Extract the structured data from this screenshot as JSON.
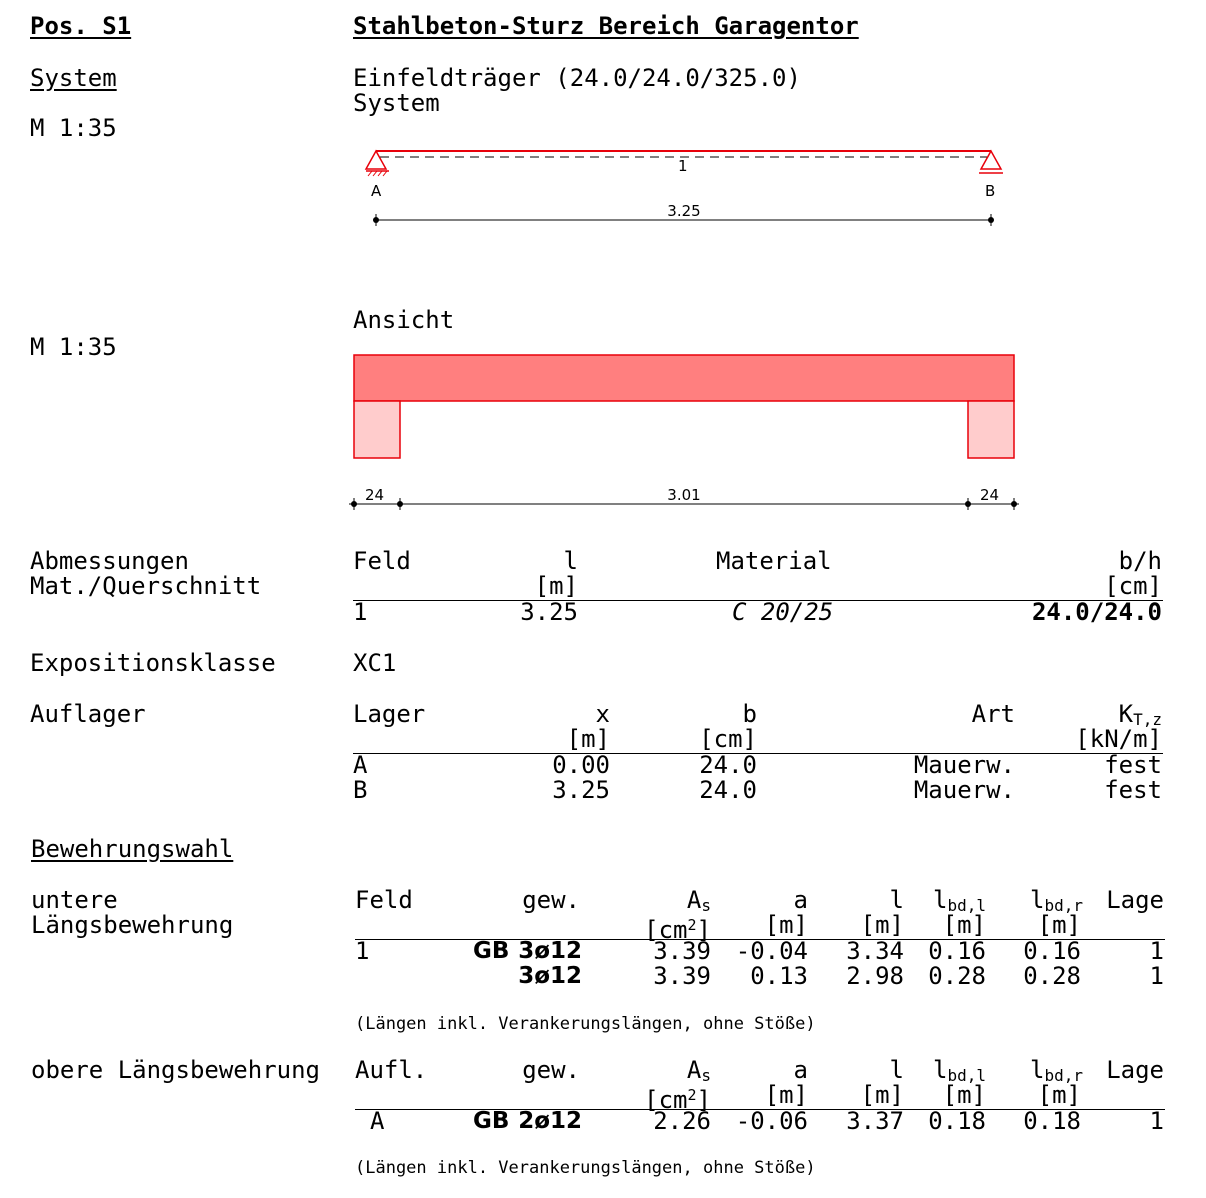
{
  "header": {
    "pos": "Pos. S1",
    "title": "Stahlbeton-Sturz Bereich Garagentor"
  },
  "system": {
    "label": "System",
    "scale1": "M 1:35",
    "desc": "Einfeldträger (24.0/24.0/325.0)",
    "sublabel": "System",
    "support_a": "A",
    "support_b": "B",
    "field_no": "1",
    "span": "3.25"
  },
  "ansicht": {
    "label": "Ansicht",
    "scale": "M 1:35",
    "dim_left": "24",
    "dim_mid": "3.01",
    "dim_right": "24"
  },
  "colors": {
    "beam_fill": "#ff7f7f",
    "support_fill": "#ffcccc",
    "line_red": "#e8000a"
  },
  "abmessungen": {
    "label1": "Abmessungen",
    "label2": "Mat./Querschnitt",
    "headers": {
      "feld": "Feld",
      "l": "l",
      "l_unit": "[m]",
      "material": "Material",
      "bh": "b/h",
      "bh_unit": "[cm]"
    },
    "row": {
      "feld": "1",
      "l": "3.25",
      "material": "C 20/25",
      "bh": "24.0/24.0"
    }
  },
  "exposition": {
    "label": "Expositionsklasse",
    "value": "XC1"
  },
  "auflager": {
    "label": "Auflager",
    "headers": {
      "lager": "Lager",
      "x": "x",
      "x_unit": "[m]",
      "b": "b",
      "b_unit": "[cm]",
      "art": "Art",
      "k": "K",
      "k_sub": "T,z",
      "k_unit": "[kN/m]"
    },
    "rows": [
      {
        "lager": "A",
        "x": "0.00",
        "b": "24.0",
        "art": "Mauerw.",
        "k": "fest"
      },
      {
        "lager": "B",
        "x": "3.25",
        "b": "24.0",
        "art": "Mauerw.",
        "k": "fest"
      }
    ]
  },
  "bewehrungswahl": {
    "label": "Bewehrungswahl"
  },
  "untere": {
    "label1": "untere",
    "label2": "Längsbewehrung",
    "headers": {
      "feld": "Feld",
      "gew": "gew.",
      "as": "A",
      "as_sub": "s",
      "as_unit": "[cm",
      "as_unit_sup": "2",
      "as_unit_end": "]",
      "a": "a",
      "a_unit": "[m]",
      "l": "l",
      "l_unit": "[m]",
      "lbdl": "l",
      "lbdl_sub": "bd,l",
      "lbdl_unit": "[m]",
      "lbdr": "l",
      "lbdr_sub": "bd,r",
      "lbdr_unit": "[m]",
      "lage": "Lage"
    },
    "rows": [
      {
        "feld": "1",
        "gb": "GB",
        "gew": "3ø12",
        "as": "3.39",
        "a": "-0.04",
        "l": "3.34",
        "lbdl": "0.16",
        "lbdr": "0.16",
        "lage": "1"
      },
      {
        "feld": "",
        "gb": "",
        "gew": "3ø12",
        "as": "3.39",
        "a": "0.13",
        "l": "2.98",
        "lbdl": "0.28",
        "lbdr": "0.28",
        "lage": "1"
      }
    ],
    "note": "(Längen inkl. Verankerungslängen, ohne Stöße)"
  },
  "obere": {
    "label": "obere Längsbewehrung",
    "headers": {
      "aufl": "Aufl.",
      "gew": "gew."
    },
    "rows": [
      {
        "aufl": "A",
        "gb": "GB",
        "gew": "2ø12",
        "as": "2.26",
        "a": "-0.06",
        "l": "3.37",
        "lbdl": "0.18",
        "lbdr": "0.18",
        "lage": "1"
      }
    ],
    "note": "(Längen inkl. Verankerungslängen, ohne Stöße)"
  }
}
